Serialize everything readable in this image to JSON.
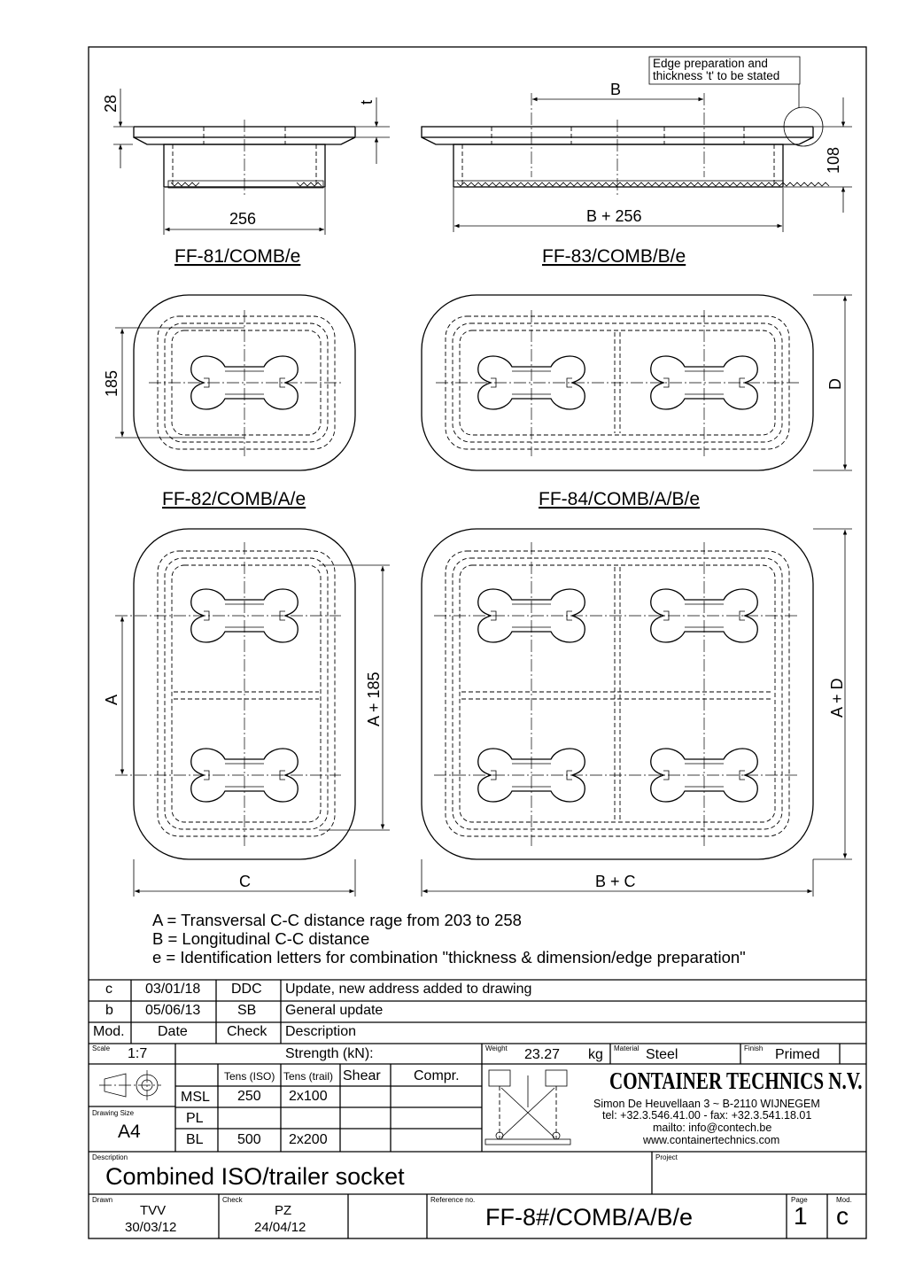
{
  "drawing": {
    "edge_note": [
      "Edge preparation and",
      "thickness 't' to be stated"
    ],
    "dims": {
      "d28": "28",
      "t": "t",
      "d256": "256",
      "B": "B",
      "d108": "108",
      "B256": "B + 256",
      "d185": "185",
      "D": "D",
      "A": "A",
      "A185": "A + 185",
      "AD": "A + D",
      "C": "C",
      "BC": "B + C"
    },
    "view_labels": {
      "ff81": "FF-81/COMB/e",
      "ff83": "FF-83/COMB/B/e",
      "ff82": "FF-82/COMB/A/e",
      "ff84": "FF-84/COMB/A/B/e"
    },
    "notes": [
      "A = Transversal C-C distance rage from 203 to 258",
      "B = Longitudinal C-C distance",
      "e = Identification letters for combination \"thickness & dimension/edge preparation\""
    ]
  },
  "revisions": [
    {
      "mod": "c",
      "date": "03/01/18",
      "check": "DDC",
      "description": "Update, new address added to drawing"
    },
    {
      "mod": "b",
      "date": "05/06/13",
      "check": "SB",
      "description": "General update"
    }
  ],
  "revision_header": {
    "mod": "Mod.",
    "date": "Date",
    "check": "Check",
    "description": "Description"
  },
  "title_block": {
    "scale_label": "Scale",
    "scale": "1:7",
    "strength_label": "Strength (kN):",
    "weight_label": "Weight",
    "weight": "23.27",
    "weight_unit": "kg",
    "material_label": "Material",
    "material": "Steel",
    "finish_label": "Finish",
    "finish": "Primed",
    "col_tens_iso": "Tens (ISO)",
    "col_tens_trail": "Tens (trail)",
    "col_shear": "Shear",
    "col_compr": "Compr.",
    "rows": [
      {
        "name": "MSL",
        "tens_iso": "250",
        "tens_trail": "2x100"
      },
      {
        "name": "PL",
        "tens_iso": "",
        "tens_trail": ""
      },
      {
        "name": "BL",
        "tens_iso": "500",
        "tens_trail": "2x200"
      }
    ],
    "drawing_size_label": "Drawing Size",
    "drawing_size": "A4",
    "company": "CONTAINER TECHNICS N.V.",
    "address": "Simon De Heuvellaan 3 ~ B-2110 WIJNEGEM",
    "phone": "tel: +32.3.546.41.00 - fax: +32.3.541.18.01",
    "mail": "mailto: info@contech.be",
    "web": "www.containertechnics.com",
    "description_label": "Description",
    "description": "Combined ISO/trailer socket",
    "project_label": "Project",
    "drawn_label": "Drawn",
    "drawn_by": "TVV",
    "drawn_date": "30/03/12",
    "check_label": "Check",
    "check_by": "PZ",
    "check_date": "24/04/12",
    "reference_label": "Reference no.",
    "reference": "FF-8#/COMB/A/B/e",
    "page_label": "Page",
    "page": "1",
    "mod_label": "Mod.",
    "mod": "c"
  }
}
